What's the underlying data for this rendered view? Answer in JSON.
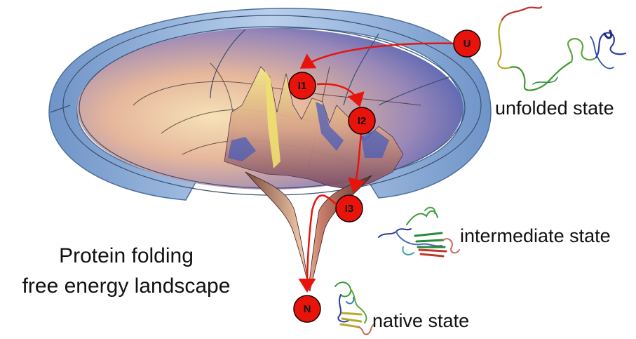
{
  "title": {
    "line1": "Protein folding",
    "line2": "free energy landscape"
  },
  "states": [
    {
      "id": "U",
      "label": "U"
    },
    {
      "id": "I1",
      "label": "I1"
    },
    {
      "id": "I2",
      "label": "I2"
    },
    {
      "id": "I3",
      "label": "I3"
    },
    {
      "id": "N",
      "label": "N"
    }
  ],
  "captions": {
    "unfolded": "unfolded state",
    "intermediate": "intermediate state",
    "native": "native state"
  },
  "colors": {
    "state_fill": "#e8140c",
    "pathway": "#e8140c",
    "funnel_rim": "#8fb0d8",
    "funnel_rim_edge": "#4d6f9c",
    "surface_warm": "#e7b99a",
    "surface_cool": "#4a5fb6",
    "peak_yellow": "#f0e070"
  },
  "icons": [
    "unfolded-protein-icon",
    "intermediate-protein-icon",
    "native-protein-icon"
  ]
}
